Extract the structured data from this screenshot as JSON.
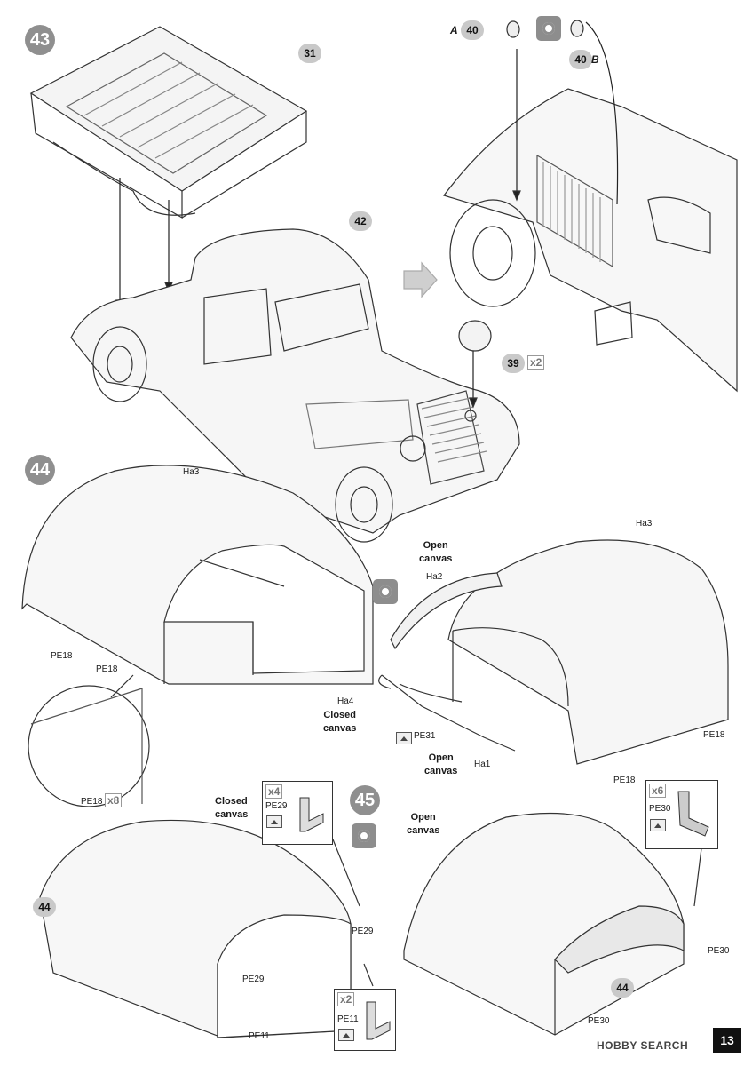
{
  "steps": {
    "s43": "43",
    "s44": "44",
    "s45": "45"
  },
  "parts": {
    "p31": "31",
    "p42": "42",
    "p39": "39",
    "p40a": "40",
    "p40b": "40",
    "p44": "44"
  },
  "multipliers": {
    "x2_39": "x2",
    "x8": "x8",
    "x4": "x4",
    "x2_pe11": "x2",
    "x6": "x6"
  },
  "letters": {
    "a": "A",
    "b": "B"
  },
  "labels": {
    "ha3_left": "Ha3",
    "ha3_right": "Ha3",
    "ha2": "Ha2",
    "ha1": "Ha1",
    "ha4": "Ha4",
    "pe18_a": "PE18",
    "pe18_b": "PE18",
    "pe18_c": "PE18",
    "pe18_d": "PE18",
    "pe18_e": "PE18",
    "pe31": "PE31",
    "pe29_box": "PE29",
    "pe29_a": "PE29",
    "pe29_b": "PE29",
    "pe11_box": "PE11",
    "pe11_b": "PE11",
    "pe30_box": "PE30",
    "pe30_a": "PE30",
    "pe30_b": "PE30"
  },
  "canvas_labels": {
    "open1_line1": "Open",
    "open1_line2": "canvas",
    "closed1_line1": "Closed",
    "closed1_line2": "canvas",
    "open2_line1": "Open",
    "open2_line2": "canvas",
    "closed2_line1": "Closed",
    "closed2_line2": "canvas",
    "open3_line1": "Open",
    "open3_line2": "canvas"
  },
  "page_number": "13",
  "watermark": "HOBBY SEARCH",
  "icons": [
    "rotate-icon",
    "photo-etch-icon",
    "arrow-right-icon"
  ]
}
